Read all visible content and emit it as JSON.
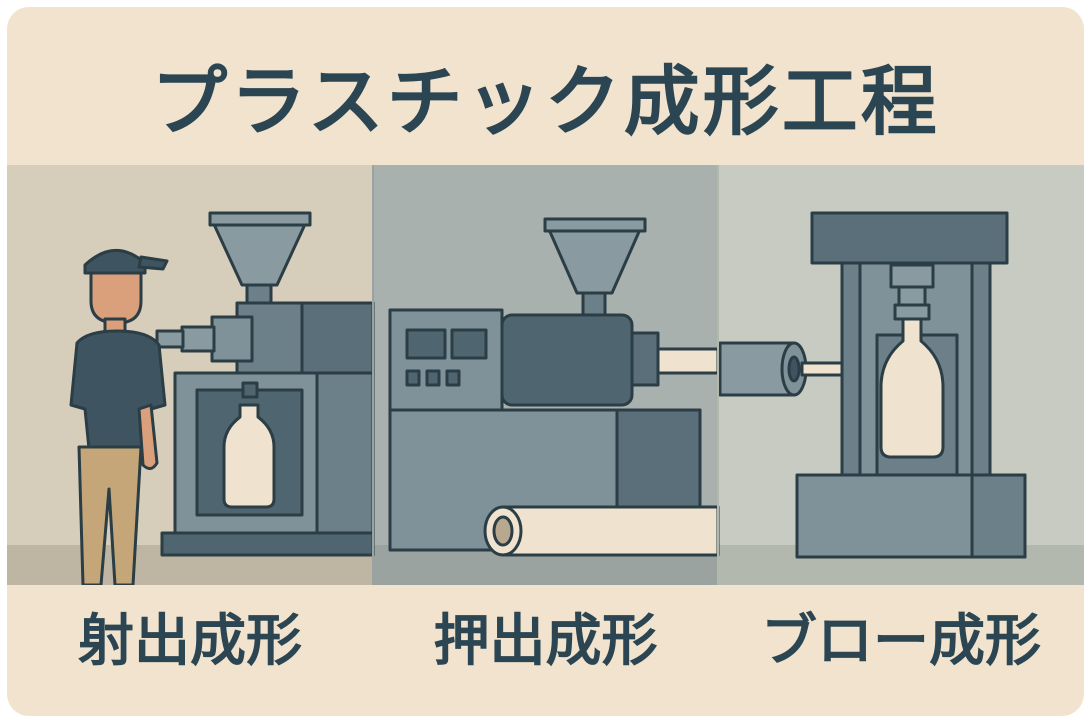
{
  "title": "プラスチック成形工程",
  "processes": [
    {
      "label": "射出成形"
    },
    {
      "label": "押出成形"
    },
    {
      "label": "ブロー成形"
    }
  ],
  "colors": {
    "background": "#f1e3cd",
    "text": "#2b4652",
    "machine_dark": "#4f6671",
    "machine_mid": "#6b8089",
    "product": "#efe3cf"
  }
}
